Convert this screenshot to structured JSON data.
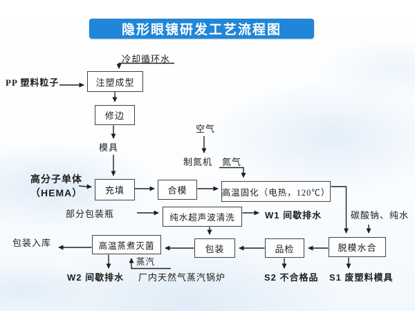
{
  "title": "隐形眼镜研发工艺流程图",
  "colors": {
    "banner": "#2186d7",
    "line": "#1f1f1f",
    "box_border": "#3f3f3f"
  },
  "boxes": {
    "injection": "注塑成型",
    "trim": "修边",
    "fill": "充填",
    "close_mold": "合模",
    "curing": "高温固化（电热，120℃）",
    "ultrasonic": "纯水超声波清洗",
    "sterilize": "高温蒸煮灭菌",
    "packaging": "包装",
    "inspection": "品检",
    "demold": "脱模水合"
  },
  "labels": {
    "cooling_water": "冷却循环水",
    "pp_pellets": "PP 塑料粒子",
    "mold": "模具",
    "air": "空气",
    "nitrogen_generator": "制氮机",
    "nitrogen": "氮气",
    "monomer": "高分子单体",
    "monomer_sub": "（HEMA）",
    "partial_bottles": "部分包装瓶",
    "w1": "W1 间歇排水",
    "soda_water": "碳酸钠、纯水",
    "warehouse": "包装入库",
    "steam": "蒸汽",
    "w2": "W2 间歇排水",
    "boiler": "厂内天然气蒸汽锅炉",
    "s2": "S2 不合格品",
    "s1": "S1 废塑料模具"
  }
}
